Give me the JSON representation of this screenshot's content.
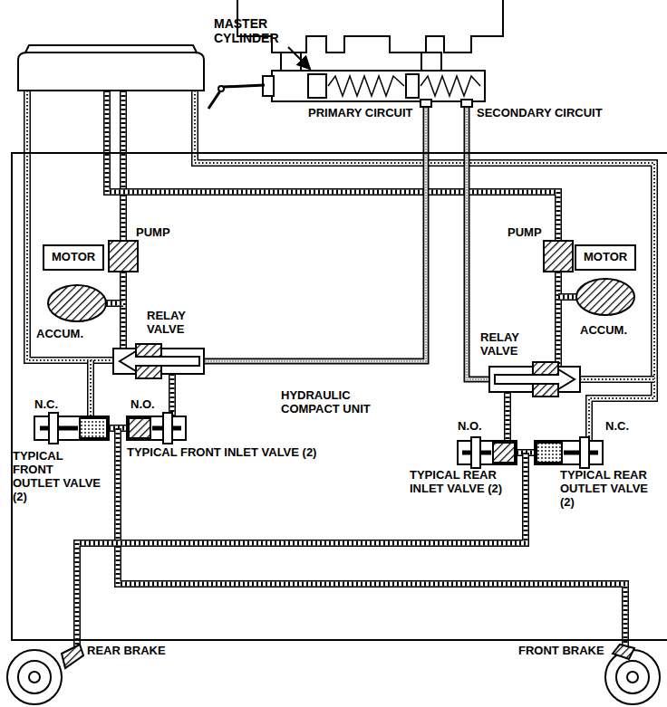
{
  "diagram": {
    "nodes": [
      {
        "text": [
          "HYDRAULIC COMPACT UNIT"
        ]
      },
      {
        "text": [
          "MOTOR"
        ],
        "in": 0
      },
      {
        "text": [
          "MOTOR"
        ],
        "in": 0
      }
    ],
    "labels": [
      "MASTER CYLINDER",
      "PRIMARY CIRCUIT",
      "SECONDARY CIRCUIT",
      "PUMP",
      "PUMP",
      "ACCUM.",
      "ACCUM.",
      "RELAY VALVE",
      "RELAY VALVE",
      "N.C.",
      "N.O.",
      "N.O.",
      "N.C.",
      "TYPICAL FRONT OUTLET VALVE (2)",
      "TYPICAL FRONT INLET VALVE (2)",
      "TYPICAL REAR INLET VALVE (2)",
      "TYPICAL REAR OUTLET VALVE (2)",
      "REAR BRAKE",
      "FRONT BRAKE"
    ]
  }
}
